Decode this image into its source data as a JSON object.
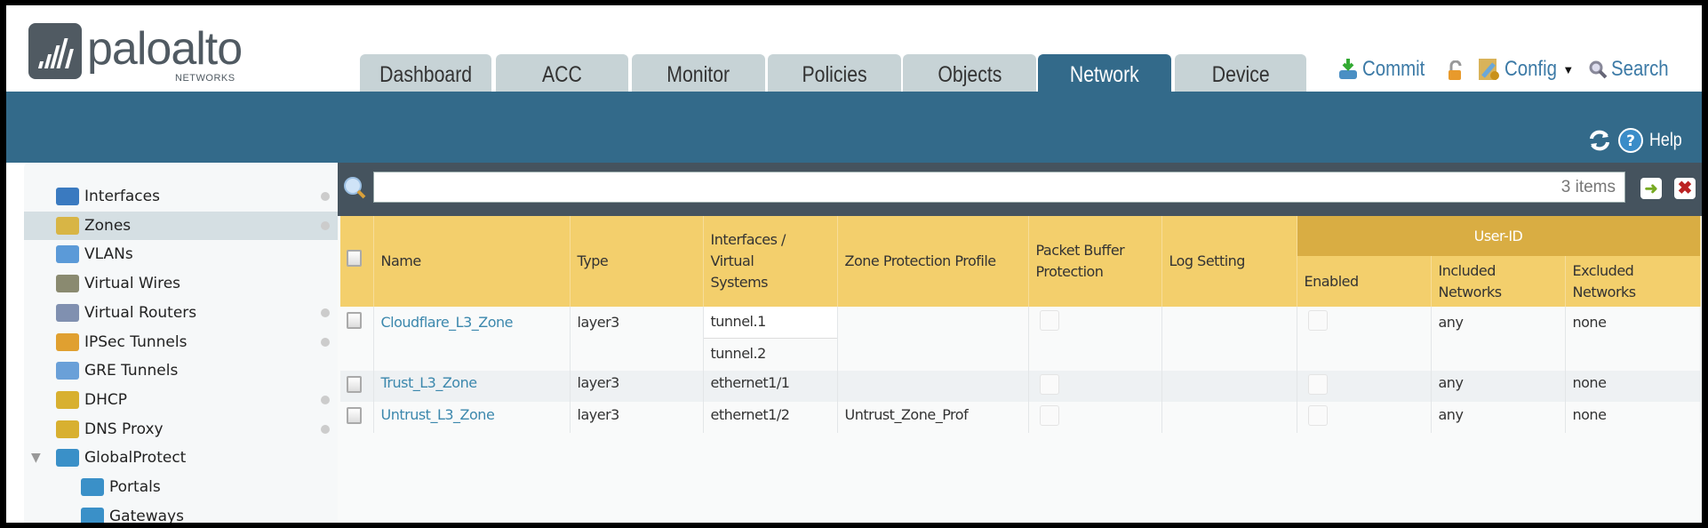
{
  "brand": {
    "name": "paloalto",
    "sub": "NETWORKS"
  },
  "tabs": [
    {
      "label": "Dashboard"
    },
    {
      "label": "ACC"
    },
    {
      "label": "Monitor"
    },
    {
      "label": "Policies"
    },
    {
      "label": "Objects"
    },
    {
      "label": "Network",
      "active": true
    },
    {
      "label": "Device"
    }
  ],
  "toolbar": {
    "commit": "Commit",
    "config": "Config",
    "search": "Search",
    "help": "Help"
  },
  "sidebar": {
    "items": [
      {
        "label": "Interfaces",
        "icon": "interfaces-icon",
        "dot": true
      },
      {
        "label": "Zones",
        "icon": "zones-icon",
        "dot": true,
        "selected": true
      },
      {
        "label": "VLANs",
        "icon": "vlans-icon"
      },
      {
        "label": "Virtual Wires",
        "icon": "virtual-wires-icon"
      },
      {
        "label": "Virtual Routers",
        "icon": "virtual-routers-icon",
        "dot": true
      },
      {
        "label": "IPSec Tunnels",
        "icon": "ipsec-tunnels-icon",
        "dot": true
      },
      {
        "label": "GRE Tunnels",
        "icon": "gre-tunnels-icon"
      },
      {
        "label": "DHCP",
        "icon": "dhcp-icon",
        "dot": true
      },
      {
        "label": "DNS Proxy",
        "icon": "dns-proxy-icon",
        "dot": true
      },
      {
        "label": "GlobalProtect",
        "icon": "globalprotect-icon",
        "expanded": true
      },
      {
        "label": "Portals",
        "icon": "portals-icon",
        "child": true
      },
      {
        "label": "Gateways",
        "icon": "gateways-icon",
        "child": true
      }
    ]
  },
  "filter": {
    "value": "",
    "count": "3 items"
  },
  "table": {
    "headers": {
      "name": "Name",
      "type": "Type",
      "interfaces": "Interfaces / Virtual Systems",
      "zpp": "Zone Protection Profile",
      "pbp": "Packet Buffer Protection",
      "log": "Log Setting",
      "userid": "User-ID",
      "enabled": "Enabled",
      "included": "Included Networks",
      "excluded": "Excluded Networks"
    },
    "rows": [
      {
        "name": "Cloudflare_L3_Zone",
        "type": "layer3",
        "interfaces": [
          "tunnel.1",
          "tunnel.2"
        ],
        "zpp": "",
        "pbp": false,
        "log": "",
        "enabled": false,
        "included": "any",
        "excluded": "none"
      },
      {
        "name": "Trust_L3_Zone",
        "type": "layer3",
        "interfaces": [
          "ethernet1/1"
        ],
        "zpp": "",
        "pbp": false,
        "log": "",
        "enabled": false,
        "included": "any",
        "excluded": "none"
      },
      {
        "name": "Untrust_L3_Zone",
        "type": "layer3",
        "interfaces": [
          "ethernet1/2"
        ],
        "zpp": "Untrust_Zone_Prof",
        "pbp": false,
        "log": "",
        "enabled": false,
        "included": "any",
        "excluded": "none"
      }
    ]
  },
  "colors": {
    "header_blue": "#336a8a",
    "table_header": "#f3cf6c",
    "userid_header": "#d9ad43",
    "link": "#3c88ad"
  }
}
